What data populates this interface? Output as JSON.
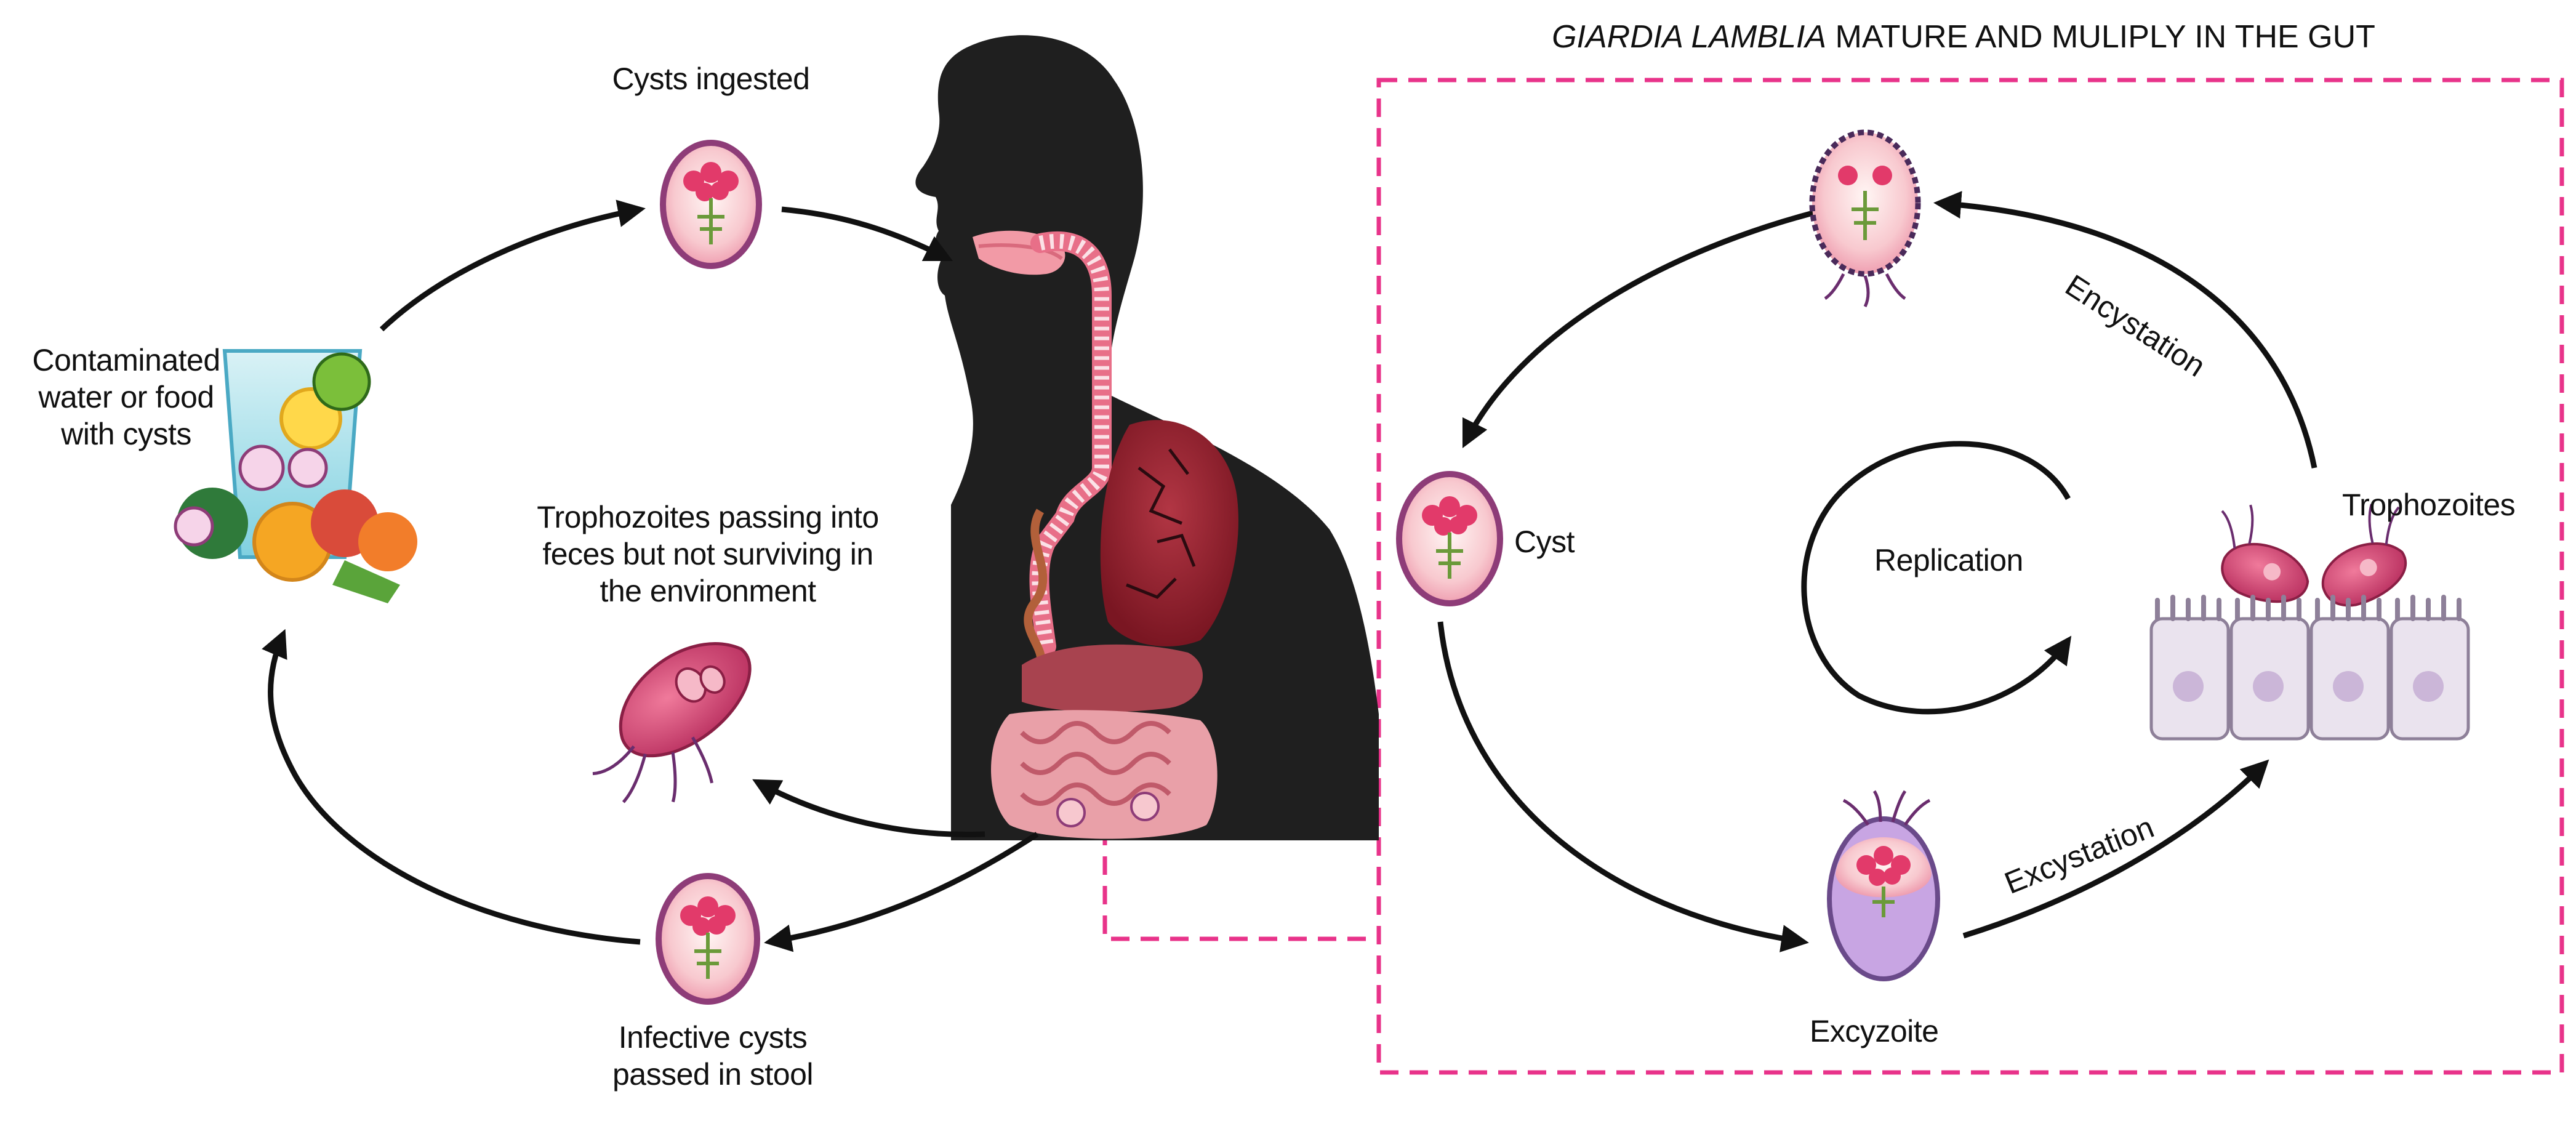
{
  "title": {
    "italic": "GIARDIA LAMBLIA",
    "rest": " MATURE AND MULIPLY IN THE GUT"
  },
  "labels": {
    "cysts_ingested": "Cysts ingested",
    "contaminated": "Contaminated\nwater or food\nwith cysts",
    "trophozoites_passing": "Trophozoites passing into\nfeces but not surviving in\nthe environment",
    "infective_cysts": "Infective cysts\npassed in stool",
    "cyst": "Cyst",
    "replication": "Replication",
    "trophozoites": "Trophozoites",
    "encystation": "Encystation",
    "excystation": "Excystation",
    "excyzoite": "Excyzoite"
  },
  "colors": {
    "dashed_box": "#e8338a",
    "arrows": "#111111",
    "silhouette": "#1f1f1f",
    "cyst_rim": "#8e3c78",
    "cyst_fill": "#f7c8cf",
    "trophozoite": "#cc3f6e",
    "lung": "#8e1f2c"
  }
}
